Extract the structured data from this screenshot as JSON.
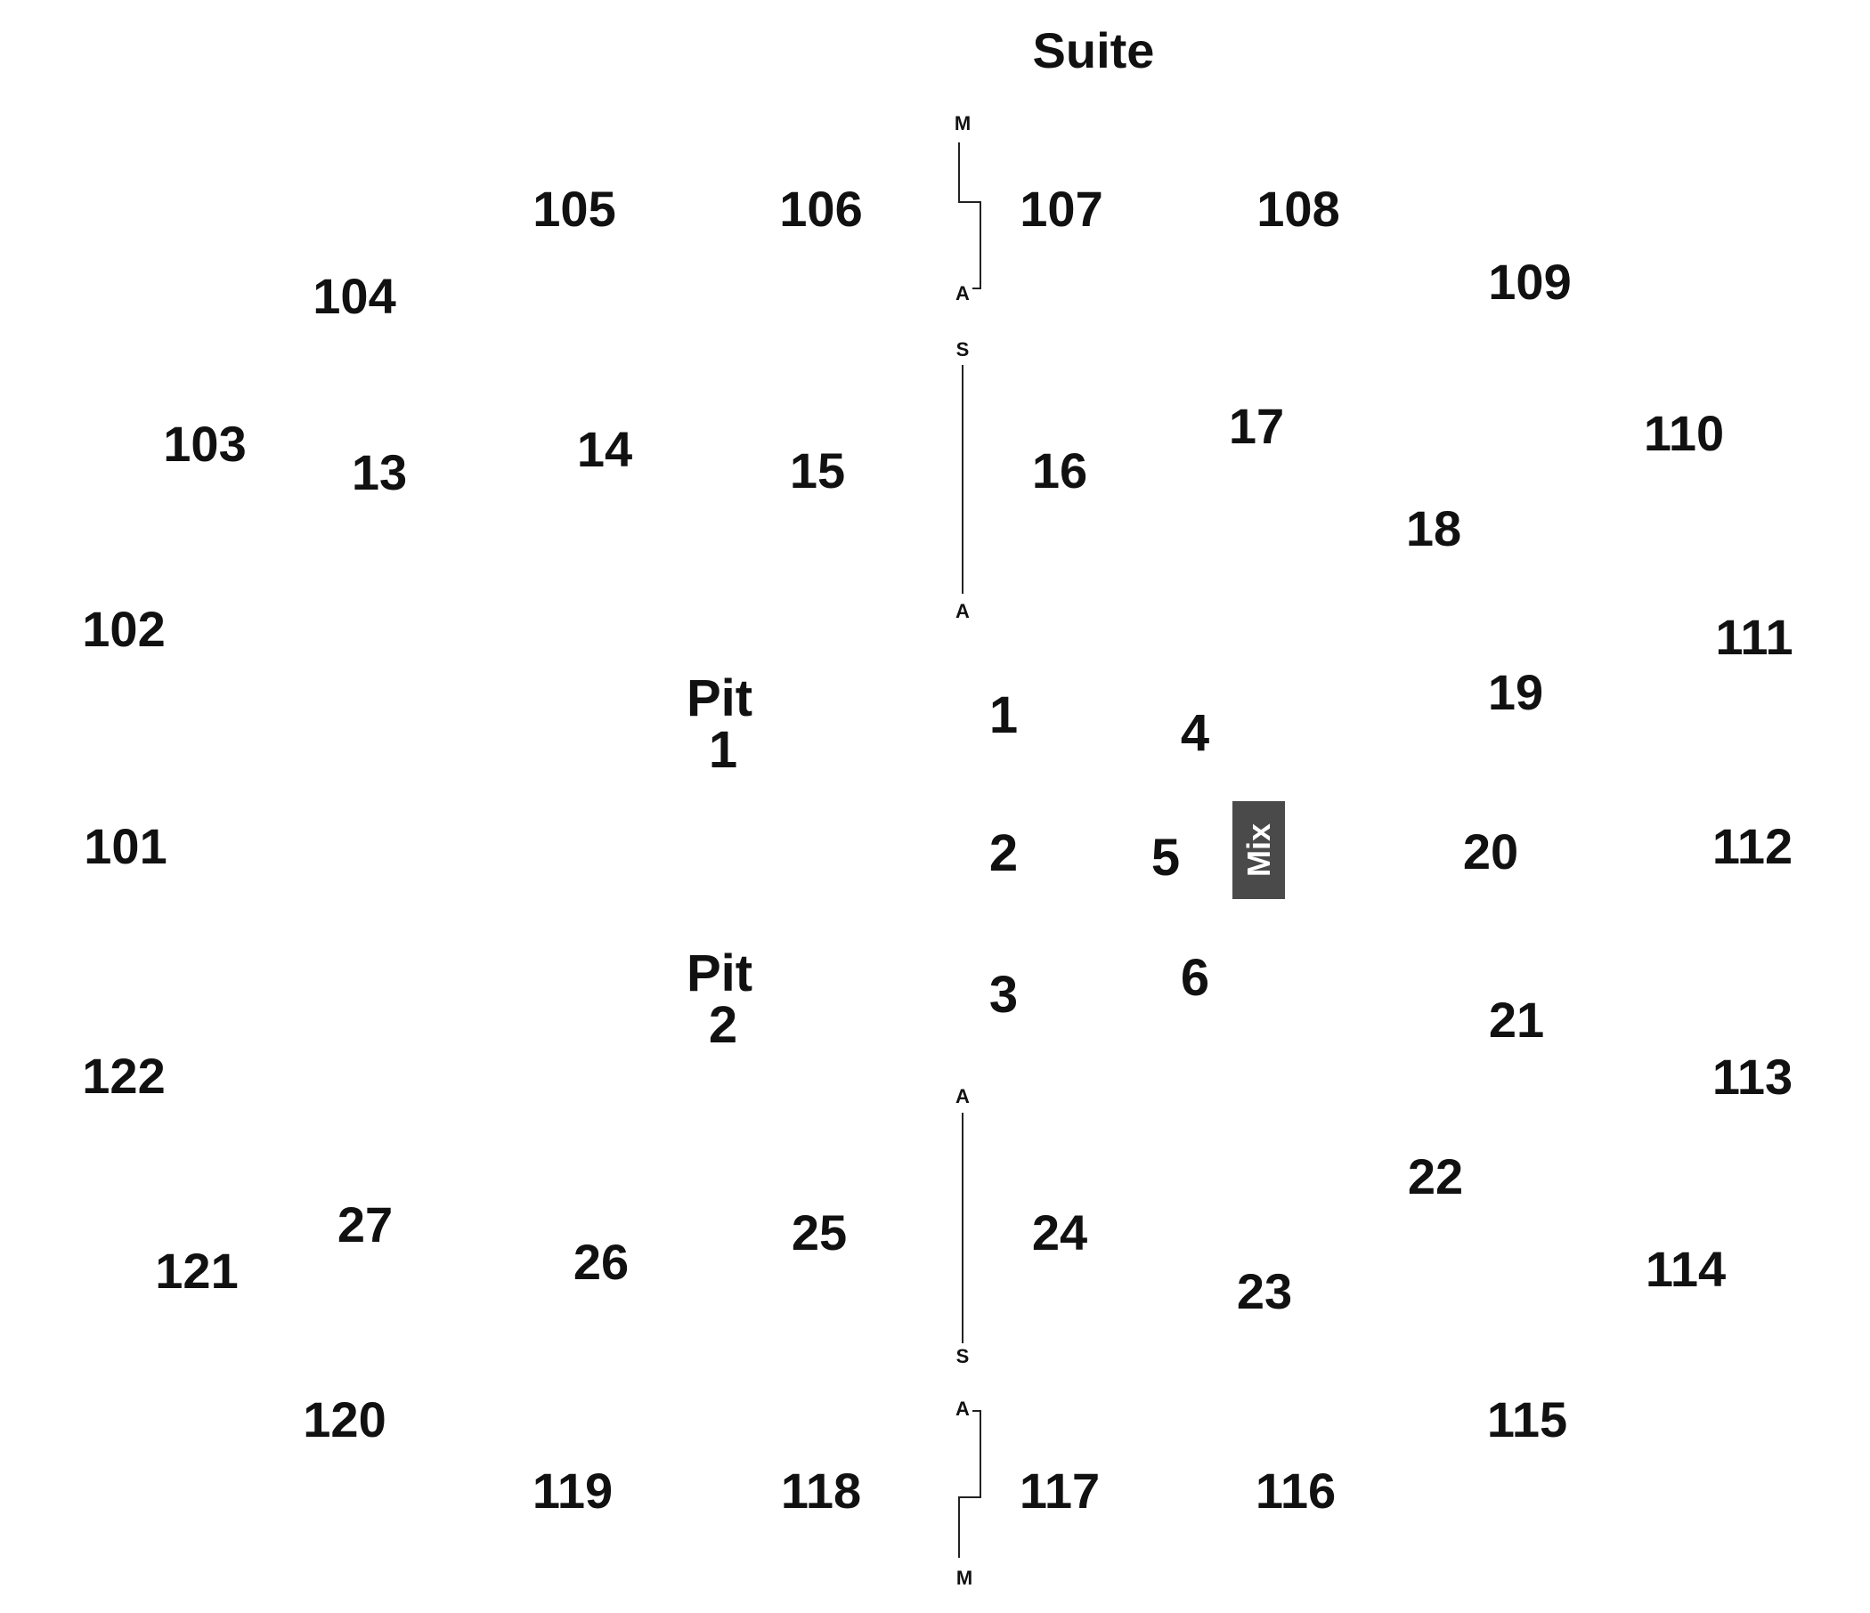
{
  "title": "Suite",
  "mix_label": "Mix",
  "pits": [
    {
      "line1": "Pit",
      "line2": "1"
    },
    {
      "line1": "Pit",
      "line2": "2"
    }
  ],
  "aisles": {
    "top_upper": {
      "top": "M",
      "bottom": "A"
    },
    "top_lower": {
      "top": "S",
      "bottom": "A"
    },
    "bottom_upper": {
      "top": "A",
      "bottom": "S"
    },
    "bottom_lower": {
      "top": "A",
      "bottom": "M"
    }
  },
  "sections": {
    "s101": "101",
    "s102": "102",
    "s103": "103",
    "s104": "104",
    "s105": "105",
    "s106": "106",
    "s107": "107",
    "s108": "108",
    "s109": "109",
    "s110": "110",
    "s111": "111",
    "s112": "112",
    "s113": "113",
    "s114": "114",
    "s115": "115",
    "s116": "116",
    "s117": "117",
    "s118": "118",
    "s119": "119",
    "s120": "120",
    "s121": "121",
    "s122": "122",
    "s1": "1",
    "s2": "2",
    "s3": "3",
    "s4": "4",
    "s5": "5",
    "s6": "6",
    "s13": "13",
    "s14": "14",
    "s15": "15",
    "s16": "16",
    "s17": "17",
    "s18": "18",
    "s19": "19",
    "s20": "20",
    "s21": "21",
    "s22": "22",
    "s23": "23",
    "s24": "24",
    "s25": "25",
    "s26": "26",
    "s27": "27"
  },
  "colors": {
    "text": "#111111",
    "mix_box": "#4a4a4a",
    "mix_text": "#ffffff"
  }
}
